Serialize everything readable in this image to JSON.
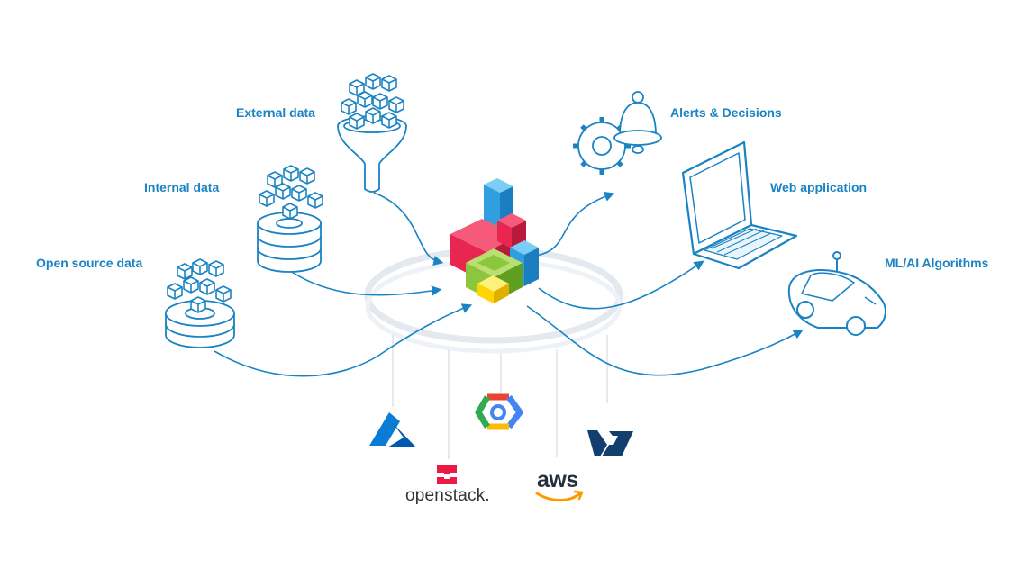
{
  "sources": {
    "external": "External data",
    "internal": "Internal data",
    "open_source": "Open source data"
  },
  "outputs": {
    "alerts": "Alerts & Decisions",
    "web_app": "Web application",
    "ml_ai": "ML/AI Algorithms"
  },
  "platforms": {
    "openstack": "openstack.",
    "aws": "aws"
  },
  "colors": {
    "line": "#1a83c4",
    "accent_blue": "#2f9fe0",
    "cube_red": "#e8264f",
    "cube_green": "#8cc63f",
    "cube_yellow": "#ffd400",
    "azure": "#0a7cd3",
    "openstack_red": "#ed1944",
    "ovh_navy": "#123f6d"
  },
  "icons": [
    "cube-cluster-icon",
    "funnel-icon",
    "database-icon",
    "ring-icon",
    "bell-icon",
    "gear-icon",
    "laptop-icon",
    "car-icon",
    "azure-logo",
    "google-cloud-logo",
    "openstack-logo",
    "aws-logo",
    "ovh-logo"
  ]
}
